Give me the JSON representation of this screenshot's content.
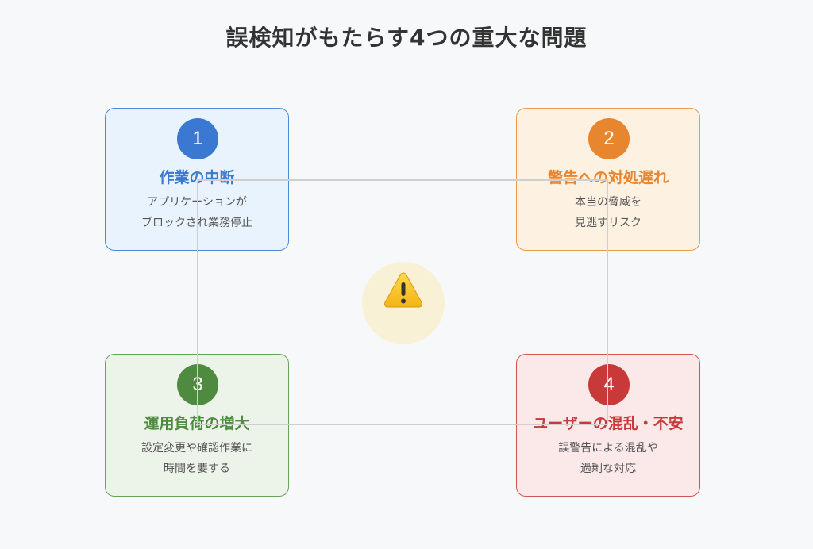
{
  "title": "誤検知がもたらす4つの重大な問題",
  "center_icon": "warning-icon",
  "colors": {
    "blue": "#3a78d1",
    "orange": "#e8852f",
    "green": "#4e8b40",
    "red": "#c83a3a",
    "connector": "#cfcfcf",
    "warning_fill": "#f6c531"
  },
  "problems": [
    {
      "number": "1",
      "title": "作業の中断",
      "desc_line1": "アプリケーションが",
      "desc_line2": "ブロックされ業務停止"
    },
    {
      "number": "2",
      "title": "警告への対処遅れ",
      "desc_line1": "本当の脅威を",
      "desc_line2": "見逃すリスク"
    },
    {
      "number": "3",
      "title": "運用負荷の増大",
      "desc_line1": "設定変更や確認作業に",
      "desc_line2": "時間を要する"
    },
    {
      "number": "4",
      "title": "ユーザーの混乱・不安",
      "desc_line1": "誤警告による混乱や",
      "desc_line2": "過剰な対応"
    }
  ]
}
